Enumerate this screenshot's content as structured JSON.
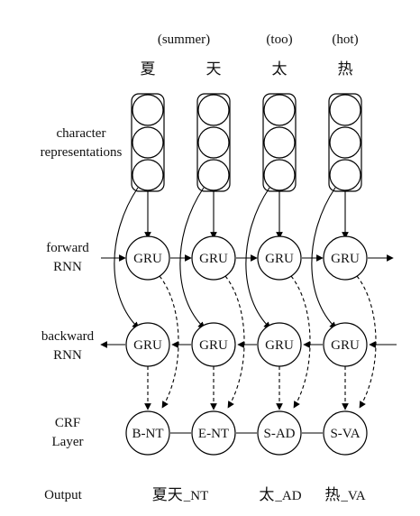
{
  "glosses": [
    "(summer)",
    "(too)",
    "(hot)"
  ],
  "characters": [
    "夏",
    "天",
    "太",
    "热"
  ],
  "row_labels": {
    "char_rep": [
      "character",
      "representations"
    ],
    "forward": [
      "forward",
      "RNN"
    ],
    "backward": [
      "backward",
      "RNN"
    ],
    "crf": [
      "CRF",
      "Layer"
    ],
    "output": "Output"
  },
  "forward_nodes": [
    "GRU",
    "GRU",
    "GRU",
    "GRU"
  ],
  "backward_nodes": [
    "GRU",
    "GRU",
    "GRU",
    "GRU"
  ],
  "crf_tags": [
    "B-NT",
    "E-NT",
    "S-AD",
    "S-VA"
  ],
  "outputs": [
    {
      "chars": "夏天",
      "tag": "NT"
    },
    {
      "chars": "太",
      "tag": "AD"
    },
    {
      "chars": "热",
      "tag": "VA"
    }
  ]
}
